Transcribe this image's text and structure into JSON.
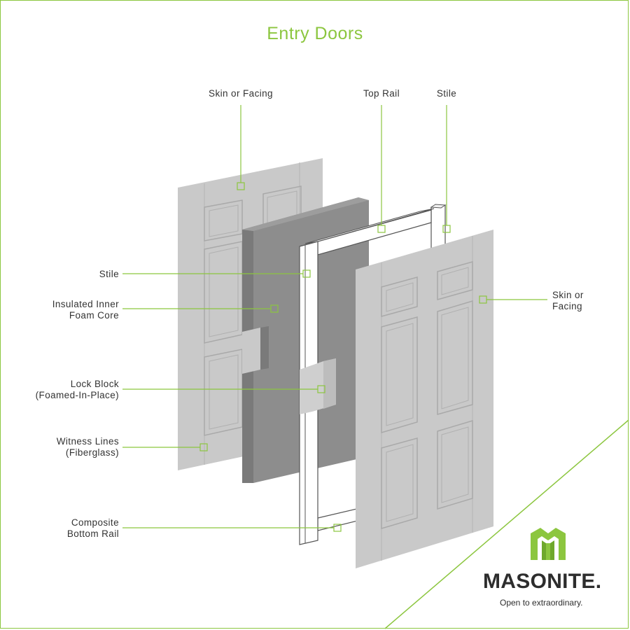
{
  "title": "Entry Doors",
  "labels": {
    "skin_top": [
      "Skin or Facing"
    ],
    "top_rail": [
      "Top Rail"
    ],
    "stile_top": [
      "Stile"
    ],
    "stile_left": [
      "Stile"
    ],
    "foam_core": [
      "Insulated Inner",
      "Foam Core"
    ],
    "lock_block": [
      "Lock Block",
      "(Foamed-In-Place)"
    ],
    "witness_lines": [
      "Witness Lines",
      "(Fiberglass)"
    ],
    "bottom_rail": [
      "Composite",
      "Bottom Rail"
    ],
    "skin_right": [
      "Skin or",
      "Facing"
    ]
  },
  "brand": {
    "name": "MASONITE.",
    "tagline": "Open to extraordinary."
  },
  "colors": {
    "accent": "#8cc63f",
    "panel_light": "#c8c8c8",
    "panel_dark": "#8c8c8c",
    "text": "#333333"
  }
}
